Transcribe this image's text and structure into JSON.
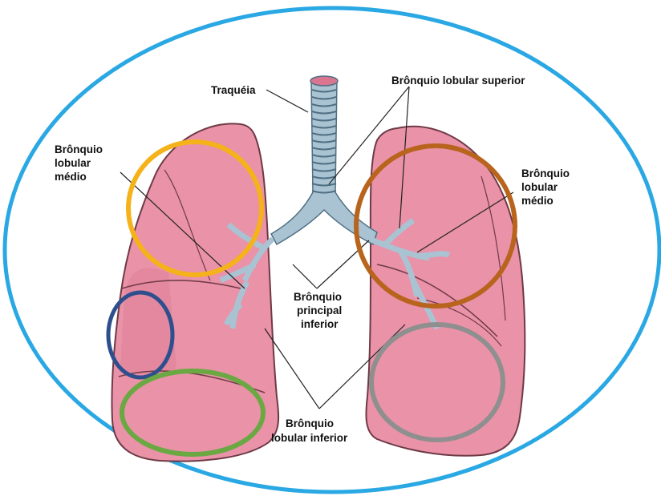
{
  "colors": {
    "frame": "#2aa8e4",
    "lung_fill": "#e992a8",
    "lung_shade": "#d9758f",
    "lung_outline": "#6e3a45",
    "airway": "#a9c3d3",
    "airway_ring": "#4f6f83",
    "circle_yellow": "#f5b21a",
    "circle_navy": "#2d4f8d",
    "circle_green": "#6aa842",
    "circle_brown": "#b8641d",
    "circle_gray": "#8f8f8f"
  },
  "labels": {
    "traqueia": "Traquéia",
    "bronquio_lobular_superior": "Brônquio lobular superior",
    "left_medio": [
      "Brônquio",
      "lobular",
      "médio"
    ],
    "right_medio": [
      "Brônquio",
      "lobular",
      "médio"
    ],
    "principal_inferior": [
      "Brônquio",
      "principal",
      "inferior"
    ],
    "lobular_inferior": [
      "Brônquio",
      "lobular inferior"
    ]
  },
  "icons": {
    "frame": "ellipse-outline",
    "trachea": "trachea-icon",
    "lungs": "lungs-icon"
  }
}
